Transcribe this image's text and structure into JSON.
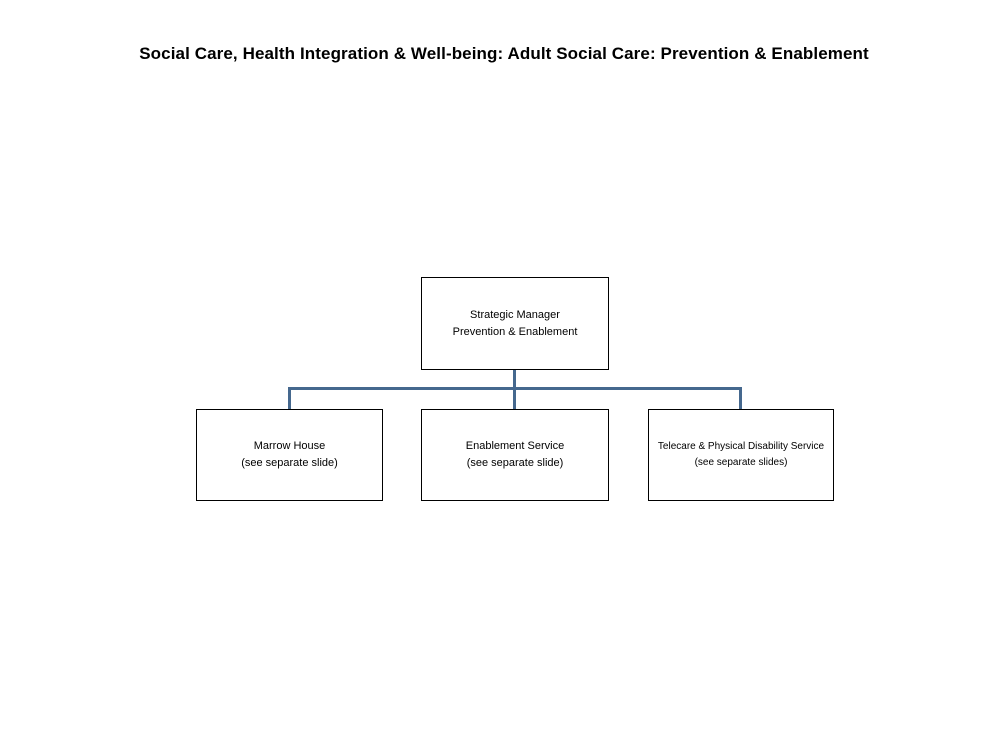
{
  "title": "Social Care, Health Integration & Well-being: Adult Social Care: Prevention & Enablement",
  "org_chart": {
    "root": {
      "line1": "Strategic Manager",
      "line2": "Prevention & Enablement"
    },
    "children": [
      {
        "line1": "Marrow House",
        "line2": "(see separate slide)"
      },
      {
        "line1": "Enablement Service",
        "line2": "(see separate slide)"
      },
      {
        "line1": "Telecare & Physical Disability Service",
        "line2": "(see separate slides)"
      }
    ]
  },
  "colors": {
    "connector": "#45688E",
    "box_border": "#000000",
    "text": "#000000",
    "background": "#FFFFFF"
  }
}
